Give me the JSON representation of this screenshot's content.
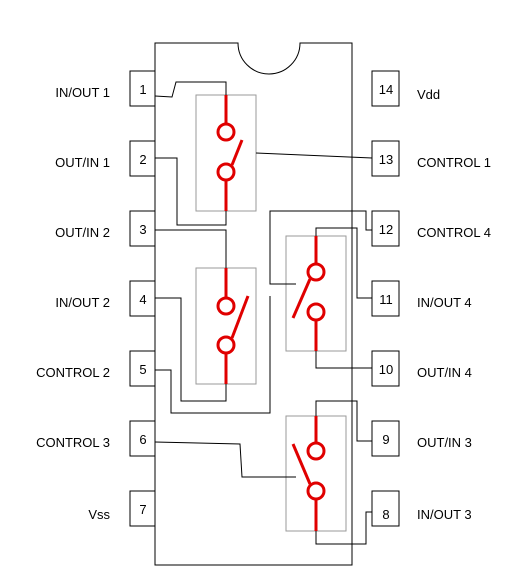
{
  "left_pins": [
    {
      "number": "1",
      "label": "IN/OUT 1"
    },
    {
      "number": "2",
      "label": "OUT/IN 1"
    },
    {
      "number": "3",
      "label": "OUT/IN 2"
    },
    {
      "number": "4",
      "label": "IN/OUT 2"
    },
    {
      "number": "5",
      "label": "CONTROL 2"
    },
    {
      "number": "6",
      "label": "CONTROL 3"
    },
    {
      "number": "7",
      "label": "Vss"
    }
  ],
  "right_pins": [
    {
      "number": "14",
      "label": "Vdd"
    },
    {
      "number": "13",
      "label": "CONTROL 1"
    },
    {
      "number": "12",
      "label": "CONTROL 4"
    },
    {
      "number": "11",
      "label": "IN/OUT 4"
    },
    {
      "number": "10",
      "label": "OUT/IN 4"
    },
    {
      "number": "9",
      "label": "OUT/IN 3"
    },
    {
      "number": "8",
      "label": "IN/OUT 3"
    }
  ],
  "colors": {
    "outline": "#000000",
    "switch": "#e00000",
    "switch_box": "#9a9a9a"
  }
}
